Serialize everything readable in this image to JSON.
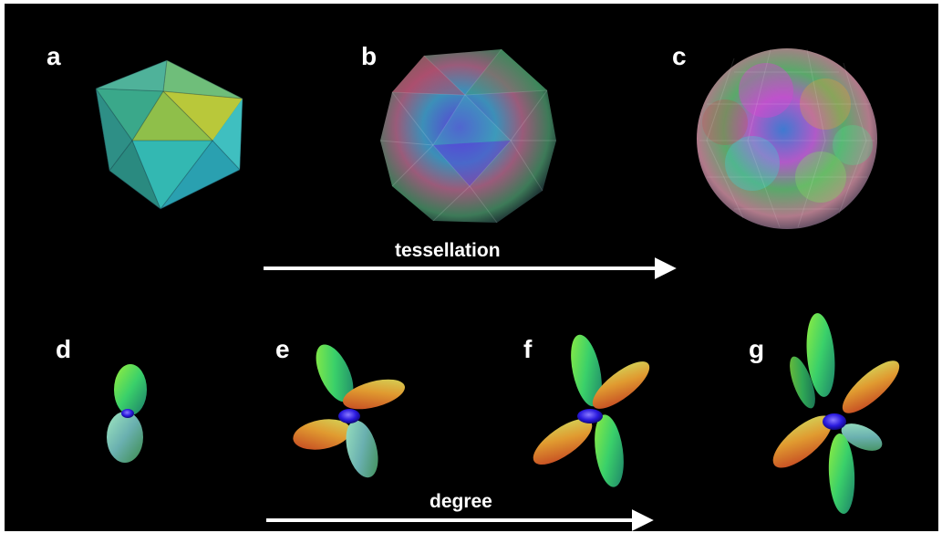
{
  "panels": {
    "a": "a",
    "b": "b",
    "c": "c",
    "d": "d",
    "e": "e",
    "f": "f",
    "g": "g"
  },
  "arrows": {
    "top": "tessellation",
    "bottom": "degree"
  },
  "colors": {
    "background": "#000000",
    "text": "#ffffff",
    "arrow": "#ffffff"
  }
}
